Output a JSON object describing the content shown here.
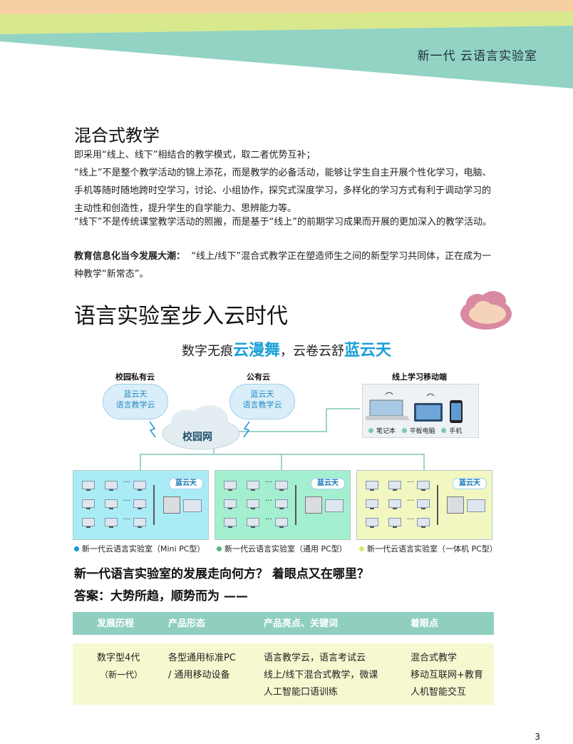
{
  "header": {
    "title": "新一代 云语言实验室"
  },
  "section1": {
    "heading": "混合式教学",
    "p1": "即采用“线上、线下”相结合的教学模式，取二者优势互补；",
    "p2": "“线上”不是整个教学活动的锦上添花，而是教学的必备活动，能够让学生自主开展个性化学习，电脑、手机等随时随地跨时空学习，讨论、小组协作，探究式深度学习，多样化的学习方式有利于调动学习的主动性和创造性，提升学生的自学能力、思辨能力等。",
    "p3": "“线下”不是传统课堂教学活动的照搬，而是基于“线上”的前期学习成果而开展的更加深入的教学活动。",
    "p4_bold": "教育信息化当今发展大潮：",
    "p4_rest": "“线上/线下”混合式教学正在塑造师生之间的新型学习共同体，正在成为一种教学“新常态”。"
  },
  "section2": {
    "heading": "语言实验室步入云时代",
    "tagline_a": "数字无痕",
    "tagline_b": "云漫舞",
    "tagline_c": "，云卷云舒",
    "tagline_d": "蓝云天"
  },
  "diagram": {
    "private_cloud_label": "校园私有云",
    "public_cloud_label": "公有云",
    "mobile_label": "线上学习移动端",
    "bubble_line1": "蓝云天",
    "bubble_line2": "语言教学云",
    "campus_net": "校园网",
    "devices": [
      "笔记本",
      "平板电脑",
      "手机"
    ],
    "lab_badge": "蓝云天",
    "ellipsis": "…",
    "captions": [
      "新一代云语言实验室（Mini PC型）",
      "新一代云语言实验室（通用 PC型）",
      "新一代云语言实验室（一体机 PC型）"
    ],
    "colors": {
      "lab1": "#a9ecf6",
      "lab2": "#a4efcf",
      "lab3": "#f2f7c2",
      "dot1": "#1a96d3",
      "dot2": "#4cb87f",
      "dot3": "#d4e56a"
    }
  },
  "qa": {
    "question": "新一代语言实验室的发展走向何方？ 着眼点又在哪里？",
    "answer": "答案：大势所趋，顺势而为 ——"
  },
  "table": {
    "headers": [
      "发展历程",
      "产品形态",
      "产品亮点、关键词",
      "着眼点"
    ],
    "row": {
      "stage": "数字型4代",
      "stage_sub": "（新一代）",
      "form_l1": "各型通用标准PC",
      "form_l2": "/ 通用移动设备",
      "hl_l1": "语言教学云，语言考试云",
      "hl_l2": "线上/线下混合式教学，微课",
      "hl_l3": "人工智能口语训练",
      "focus_l1": "混合式教学",
      "focus_l2": "移动互联网+教育",
      "focus_l3": "人机智能交互"
    },
    "colors": {
      "header_bg": "#90cfc0",
      "row_bg": "#f6f8d0"
    }
  },
  "page_number": "3"
}
